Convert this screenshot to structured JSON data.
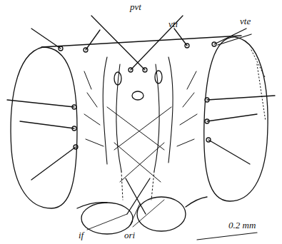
{
  "diagram": {
    "labels": [
      "pvt",
      "vti",
      "vte",
      "if",
      "ori",
      "0.2 mm"
    ]
  }
}
